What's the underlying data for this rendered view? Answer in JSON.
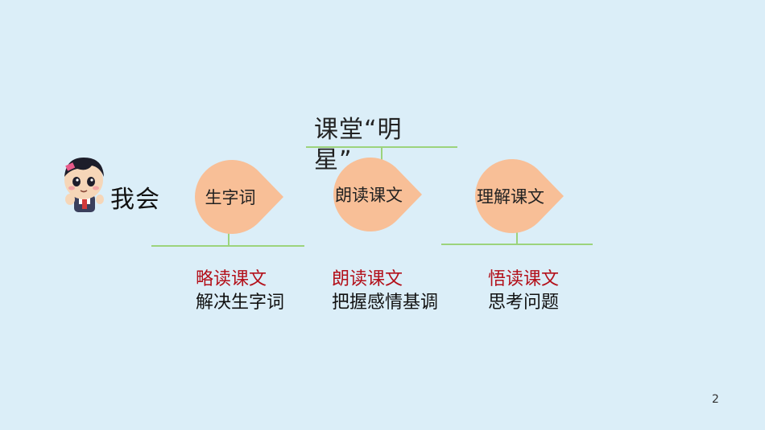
{
  "header": {
    "title": "课堂“明星”"
  },
  "intro": {
    "label": "我会"
  },
  "nodes": [
    {
      "label": "生字词",
      "method": "略读课文",
      "goal": "解决生字词"
    },
    {
      "label": "朗读课文",
      "method": "朗读课文",
      "goal": "把握感情基调"
    },
    {
      "label": "理解课文",
      "method": "悟读课文",
      "goal": "思考问题"
    }
  ],
  "footer": {
    "page_number": "2"
  },
  "colors": {
    "background": "#dbeef8",
    "node_fill": "#f8bf97",
    "connector": "#9cd37c",
    "method_text": "#b3101a"
  },
  "icons": {
    "avatar": "cartoon-boy-avatar-icon"
  }
}
